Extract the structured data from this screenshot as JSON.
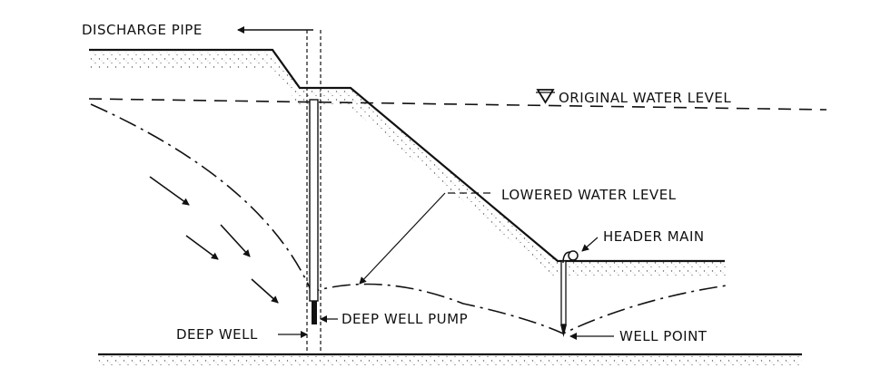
{
  "labels": {
    "discharge_pipe": "DISCHARGE PIPE",
    "original_water_level": "ORIGINAL WATER LEVEL",
    "lowered_water_level": "LOWERED WATER LEVEL",
    "header_main": "HEADER MAIN",
    "deep_well_pump": "DEEP WELL PUMP",
    "deep_well": "DEEP WELL",
    "well_point": "WELL POINT"
  },
  "water_level_symbol": "triangle-down-icon",
  "colors": {
    "ink": "#111111",
    "background": "#ffffff"
  }
}
